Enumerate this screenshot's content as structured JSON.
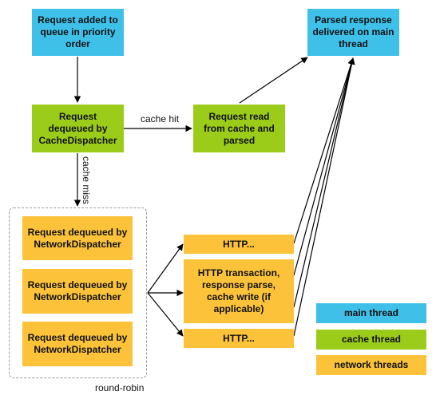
{
  "nodes": {
    "request_added": "Request added to\nqueue in priority\norder",
    "parsed_delivered": "Parsed response\ndelivered on main\nthread",
    "dequeued_cache": "Request\ndequeued by\nCacheDispatcher",
    "read_cache": "Request read\nfrom cache and\nparsed",
    "network_1": "Request dequeued by\nNetworkDispatcher",
    "network_2": "Request dequeued by\nNetworkDispatcher",
    "network_3": "Request dequeued by\nNetworkDispatcher",
    "http_top": "HTTP...",
    "http_main": "HTTP transaction,\nresponse parse,\ncache write (if\napplicable)",
    "http_bottom": "HTTP..."
  },
  "edge_labels": {
    "cache_hit": "cache hit",
    "cache_miss": "cache miss",
    "round_robin": "round-robin"
  },
  "legend": [
    {
      "label": "main thread",
      "color": "#3ec0e8"
    },
    {
      "label": "cache thread",
      "color": "#9bcc1a"
    },
    {
      "label": "network threads",
      "color": "#fbc23a"
    }
  ]
}
